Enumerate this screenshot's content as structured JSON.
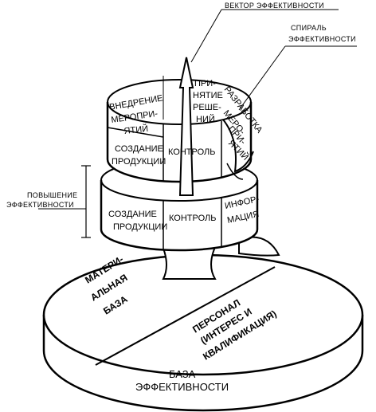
{
  "callouts": {
    "vector": "ВЕКТОР ЭФФЕКТИВНОСТИ",
    "spiral_line1": "СПИРАЛЬ",
    "spiral_line2": "ЭФФЕКТИВНОСТИ",
    "increase_line1": "ПОВЫШЕНИЕ",
    "increase_line2": "ЭФФЕКТИВНОСТИ"
  },
  "upper_ring": {
    "implementation": [
      "ВНЕДРЕНИЕ",
      "МЕРОПРИ-",
      "ЯТИЙ"
    ],
    "decision": [
      "ПРИ-",
      "НЯТИЕ",
      "РЕШЕ-",
      "НИЙ"
    ],
    "development": [
      "РАЗРАБОТКА",
      "МЕРО-",
      "ПРИ-",
      "ЯТИЙ"
    ],
    "production": [
      "СОЗДАНИЕ",
      "ПРОДУКЦИИ"
    ],
    "control": "КОНТРОЛЬ"
  },
  "lower_ring": {
    "production": [
      "СОЗДАНИЕ",
      "ПРОДУКЦИИ"
    ],
    "control": "КОНТРОЛЬ",
    "information": [
      "ИНФОР-",
      "МАЦИЯ"
    ]
  },
  "base": {
    "material": [
      "МАТЕРИ-",
      "АЛЬНАЯ",
      "БАЗА"
    ],
    "personnel": [
      "ПЕРСОНАЛ",
      "(ИНТЕРЕС И",
      "КВАЛИФИКАЦИЯ)"
    ],
    "title_line1": "БАЗА",
    "title_line2": "ЭФФЕКТИВНОСТИ"
  }
}
